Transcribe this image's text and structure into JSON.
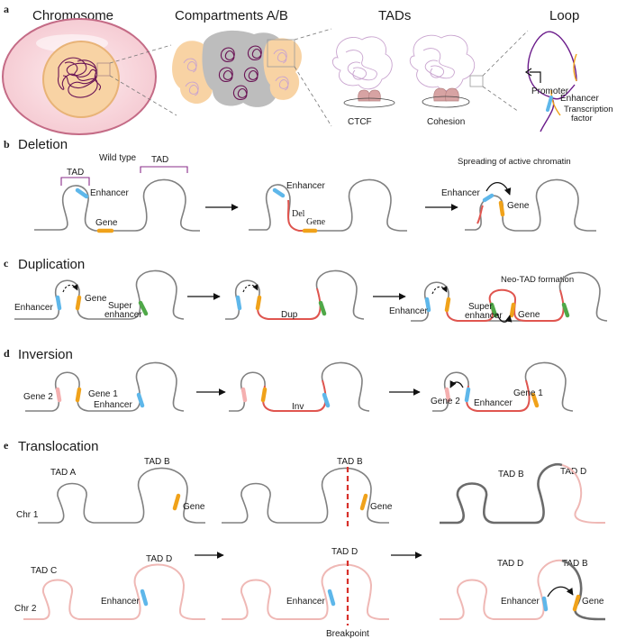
{
  "panel_a": {
    "letter": "a",
    "titles": [
      "Chromosome",
      "Compartments A/B",
      "TADs",
      "Loop"
    ],
    "labels": {
      "ctcf": "CTCF",
      "cohesion": "Cohesion",
      "promoter": "Promoter",
      "enhancer": "Enhancer",
      "tf_line1": "Transcription",
      "tf_line2": "factor"
    }
  },
  "panel_b": {
    "letter": "b",
    "title": "Deletion",
    "wild_type": "Wild type",
    "tad": "TAD",
    "enhancer": "Enhancer",
    "gene": "Gene",
    "del": "Del",
    "spreading": "Spreading of active chromatin"
  },
  "panel_c": {
    "letter": "c",
    "title": "Duplication",
    "enhancer": "Enhancer",
    "gene": "Gene",
    "super1": "Super",
    "super2": "enhancer",
    "dup": "Dup",
    "neo_tad": "Neo-TAD formation"
  },
  "panel_d": {
    "letter": "d",
    "title": "Inversion",
    "gene1": "Gene 1",
    "gene2": "Gene 2",
    "enhancer": "Enhancer",
    "inv": "Inv"
  },
  "panel_e": {
    "letter": "e",
    "title": "Translocation",
    "tad_a": "TAD A",
    "tad_b": "TAD B",
    "tad_c": "TAD C",
    "tad_d": "TAD D",
    "chr1": "Chr 1",
    "chr2": "Chr 2",
    "gene": "Gene",
    "enhancer": "Enhancer",
    "breakpoint": "Breakpoint"
  },
  "colors": {
    "enhancer": "#5eb7ea",
    "gene": "#f0a21a",
    "gene2": "#f5b0b0",
    "super_enhancer": "#4fa848",
    "rearranged": "#e0554f",
    "chr2": "#efb8b5",
    "chromatin": "#6a1455",
    "compartment_a": "#f8d3a4",
    "compartment_b": "#bdbdbd"
  }
}
